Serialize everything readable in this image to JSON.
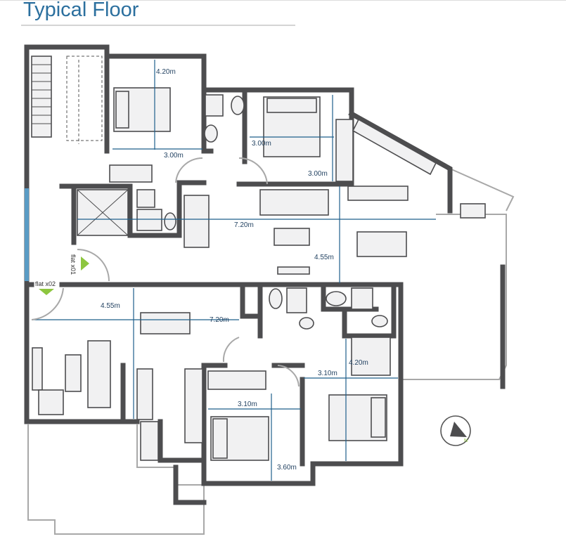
{
  "title": "Typical Floor",
  "flats": [
    "flat x01",
    "flat x02"
  ],
  "dimensions": {
    "bed1_depth": "4.20m",
    "bed1_width": "3.00m",
    "bed2_depth": "3.00m",
    "bed2_width": "3.00m",
    "living1_width": "7.20m",
    "living1_depth": "4.55m",
    "living2_depth": "4.55m",
    "living2_width": "7.20m",
    "bed3_width": "3.10m",
    "bed3_depth": "3.60m",
    "bed4_width": "3.10m",
    "bed4_depth": "4.20m"
  },
  "north_label": "N",
  "colors": {
    "walls": "#4d4d4f",
    "dimension": "#1f5f8b",
    "title": "#2b6f9e",
    "entry_marker": "#8dc63f",
    "window_blue": "#5a9bc4"
  }
}
